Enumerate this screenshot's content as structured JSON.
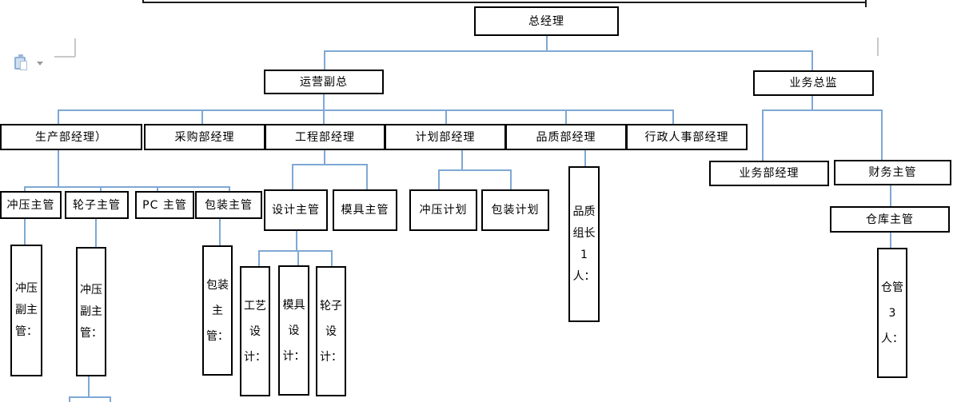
{
  "document": {
    "connector_color": "#7fa8d4",
    "box_border_color": "#000000",
    "background_color": "#ffffff"
  },
  "org_chart": {
    "nodes": {
      "general_manager": {
        "label": "总经理"
      },
      "operations_vp": {
        "label": "运营副总"
      },
      "business_director": {
        "label": "业务总监"
      },
      "production_manager": {
        "label": "生产部经理）"
      },
      "purchasing_manager": {
        "label": "采购部经理"
      },
      "engineering_manager": {
        "label": "工程部经理"
      },
      "planning_manager": {
        "label": "计划部经理"
      },
      "quality_manager": {
        "label": "品质部经理"
      },
      "admin_hr_manager": {
        "label": "行政人事部经理"
      },
      "stamping_supervisor": {
        "label": "冲压主管"
      },
      "wheel_supervisor": {
        "label": "轮子主管"
      },
      "pc_supervisor": {
        "label": "PC 主管"
      },
      "packaging_supervisor": {
        "label": "包装主管"
      },
      "design_supervisor": {
        "label": "设计主管"
      },
      "mold_supervisor": {
        "label": "模具主管"
      },
      "stamping_planning": {
        "label": "冲压计划"
      },
      "packaging_planning": {
        "label": "包装计划"
      },
      "quality_group_leader": {
        "label": "品质组长1人："
      },
      "business_dept_manager": {
        "label": "业务部经理"
      },
      "finance_supervisor": {
        "label": "财务主管"
      },
      "warehouse_supervisor": {
        "label": "仓库主管"
      },
      "warehouse_keepers": {
        "label": "仓管3人："
      },
      "stamping_deputy_supervisor_1": {
        "label": "冲压副主管："
      },
      "stamping_deputy_supervisor_2": {
        "label": "冲压副主管："
      },
      "packaging_supervisor_detail": {
        "label": "包装主管："
      },
      "process_design": {
        "label": "工艺设计："
      },
      "mold_design": {
        "label": "模具设计："
      },
      "wheel_design": {
        "label": "轮子设计："
      }
    },
    "edges": [
      [
        "general_manager",
        "operations_vp"
      ],
      [
        "general_manager",
        "business_director"
      ],
      [
        "operations_vp",
        "production_manager"
      ],
      [
        "operations_vp",
        "purchasing_manager"
      ],
      [
        "operations_vp",
        "engineering_manager"
      ],
      [
        "operations_vp",
        "planning_manager"
      ],
      [
        "operations_vp",
        "quality_manager"
      ],
      [
        "operations_vp",
        "admin_hr_manager"
      ],
      [
        "production_manager",
        "stamping_supervisor"
      ],
      [
        "production_manager",
        "wheel_supervisor"
      ],
      [
        "production_manager",
        "pc_supervisor"
      ],
      [
        "production_manager",
        "packaging_supervisor"
      ],
      [
        "engineering_manager",
        "design_supervisor"
      ],
      [
        "engineering_manager",
        "mold_supervisor"
      ],
      [
        "planning_manager",
        "stamping_planning"
      ],
      [
        "planning_manager",
        "packaging_planning"
      ],
      [
        "quality_manager",
        "quality_group_leader"
      ],
      [
        "business_director",
        "business_dept_manager"
      ],
      [
        "business_director",
        "finance_supervisor"
      ],
      [
        "finance_supervisor",
        "warehouse_supervisor"
      ],
      [
        "warehouse_supervisor",
        "warehouse_keepers"
      ],
      [
        "stamping_supervisor",
        "stamping_deputy_supervisor_1"
      ],
      [
        "wheel_supervisor",
        "stamping_deputy_supervisor_2"
      ],
      [
        "packaging_supervisor",
        "packaging_supervisor_detail"
      ],
      [
        "design_supervisor",
        "process_design"
      ],
      [
        "design_supervisor",
        "mold_design"
      ],
      [
        "design_supervisor",
        "wheel_design"
      ]
    ]
  },
  "word_ui": {
    "paste_options_icon": "clipboard-paste",
    "paste_dropdown_icon": "chevron-down",
    "margin_crop_marks": "gray-corner-lines"
  }
}
